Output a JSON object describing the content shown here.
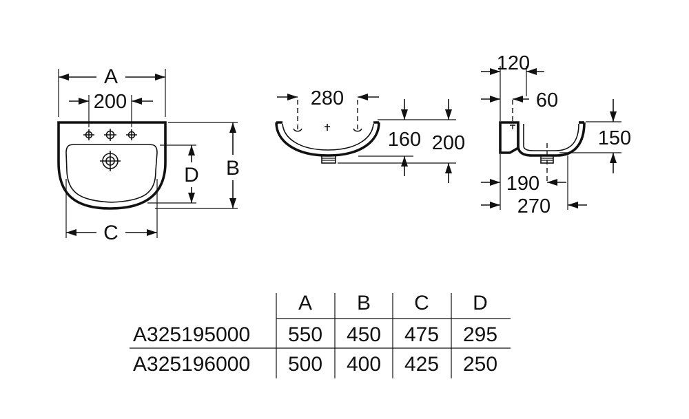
{
  "front_view": {
    "dim_A": "A",
    "dim_200": "200",
    "dim_B": "B",
    "dim_C": "C",
    "dim_D": "D"
  },
  "section_view": {
    "dim_280": "280",
    "dim_160": "160",
    "dim_200": "200"
  },
  "side_view": {
    "dim_120": "120",
    "dim_60": "60",
    "dim_150": "150",
    "dim_190": "190",
    "dim_270": "270"
  },
  "table": {
    "headers": [
      "A",
      "B",
      "C",
      "D"
    ],
    "rows": [
      {
        "model": "A325195000",
        "values": [
          "550",
          "450",
          "475",
          "295"
        ]
      },
      {
        "model": "A325196000",
        "values": [
          "500",
          "400",
          "425",
          "250"
        ]
      }
    ]
  }
}
